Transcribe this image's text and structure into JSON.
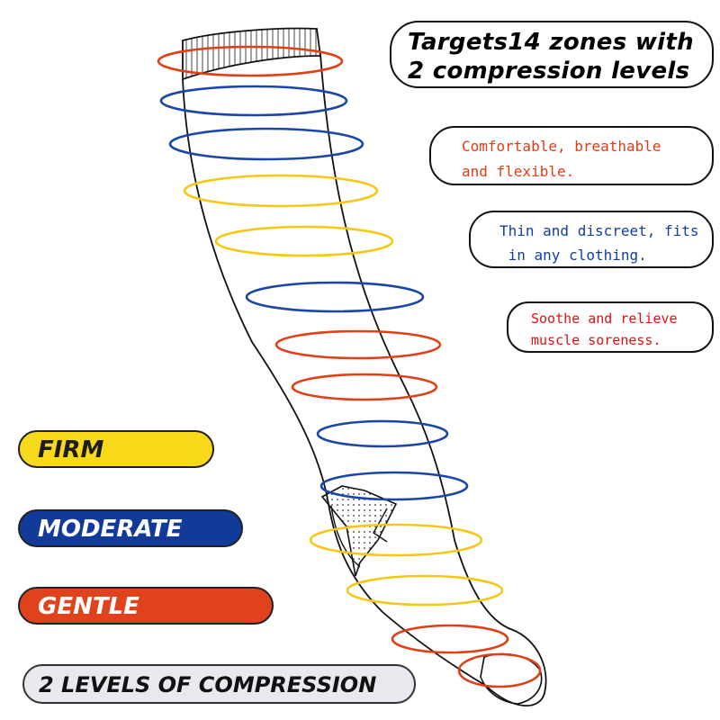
{
  "headline": {
    "line1": "Targets14 zones with",
    "line2": "2 compression levels"
  },
  "features": [
    {
      "line1": "Comfortable, breathable",
      "line2": "and flexible."
    },
    {
      "line1": "Thin and discreet, fits",
      "line2": " in any clothing."
    },
    {
      "line1": "Soothe and relieve",
      "line2": "muscle soreness."
    }
  ],
  "legend": {
    "firm": "FIRM",
    "moderate": "MODERATE",
    "gentle": "GENTLE",
    "levels": "2 LEVELS OF COMPRESSION"
  },
  "zone_count": 14,
  "zone_colors": [
    "red",
    "blue",
    "blue",
    "yellow",
    "yellow",
    "blue",
    "red",
    "red",
    "blue",
    "blue",
    "yellow",
    "yellow",
    "red",
    "red"
  ],
  "colors": {
    "firm": "#f8d91a",
    "moderate": "#123a99",
    "gentle": "#e0421b",
    "levels_bg": "#e7e9ef",
    "text_red": "#e23a16",
    "text_blue": "#123f9a"
  }
}
